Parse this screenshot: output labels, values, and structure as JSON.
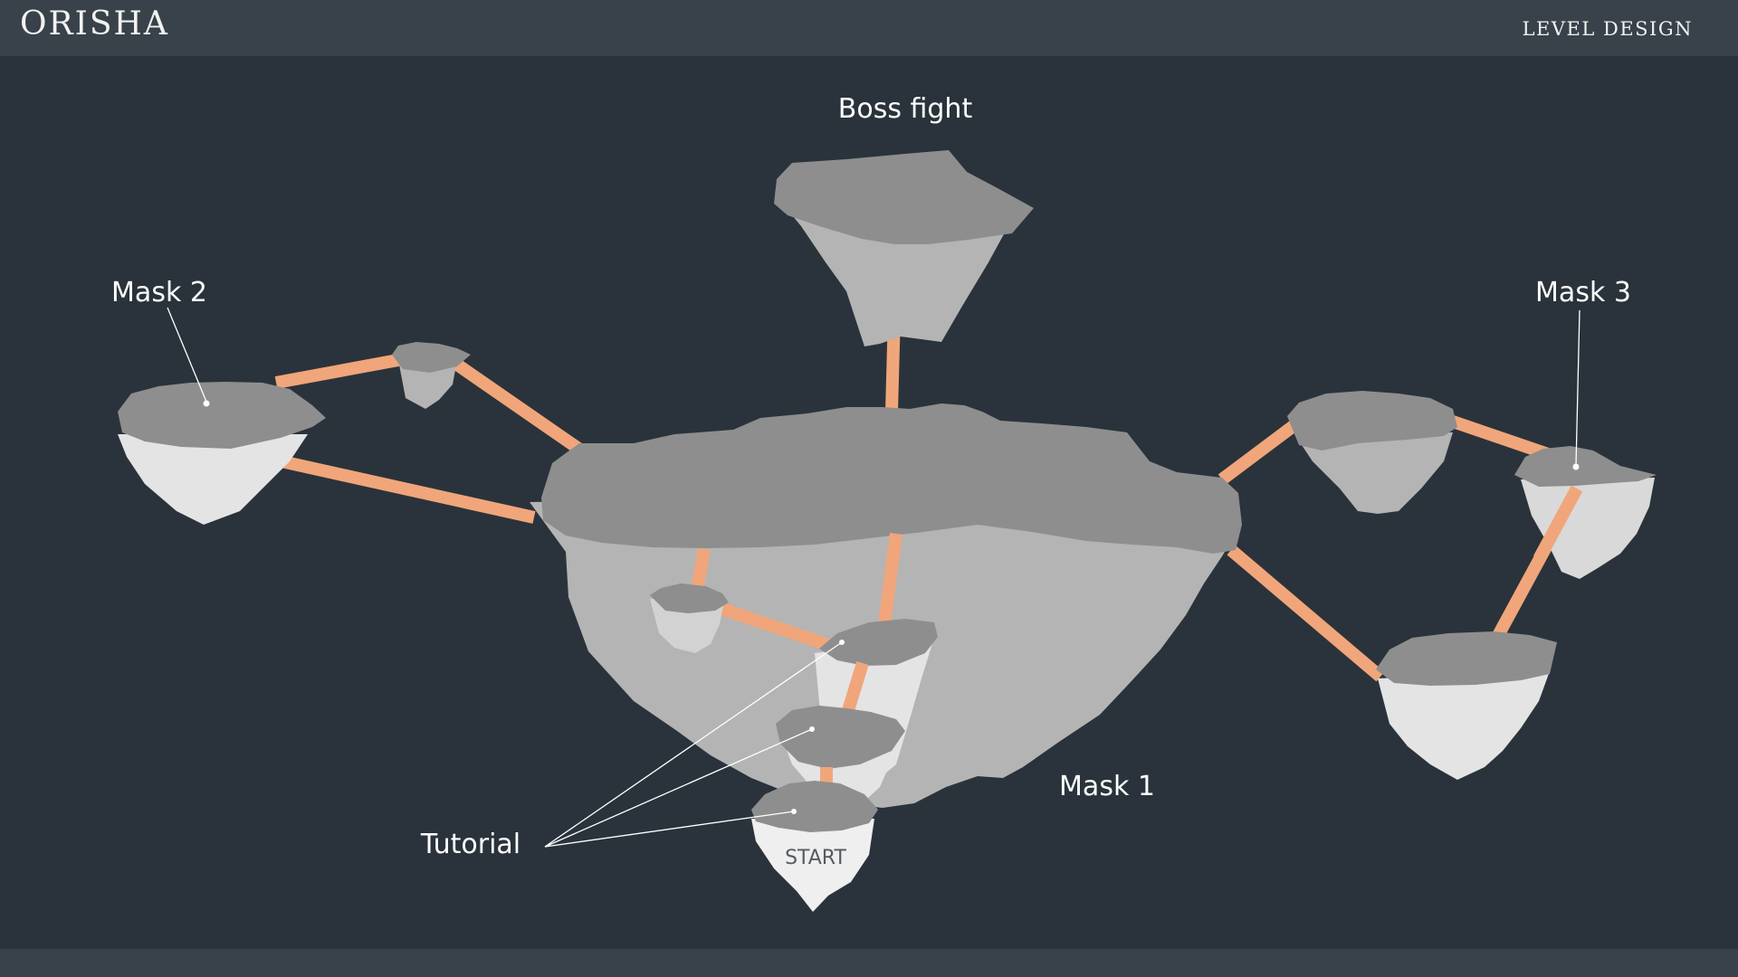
{
  "header": {
    "brand": "ORISHA",
    "section": "LEVEL DESIGN"
  },
  "diagram": {
    "labels": {
      "boss_fight": "Boss fight",
      "mask_2": "Mask 2",
      "mask_3": "Mask 3",
      "mask_1": "Mask 1",
      "tutorial": "Tutorial",
      "start": "START"
    },
    "colors": {
      "background": "#2a333b",
      "header_bar": "#39424a",
      "bridge": "#f0a67a",
      "island_top": "#8e8e8e",
      "island_body": "#b4b4b4",
      "island_light": "#e4e4e4"
    }
  }
}
